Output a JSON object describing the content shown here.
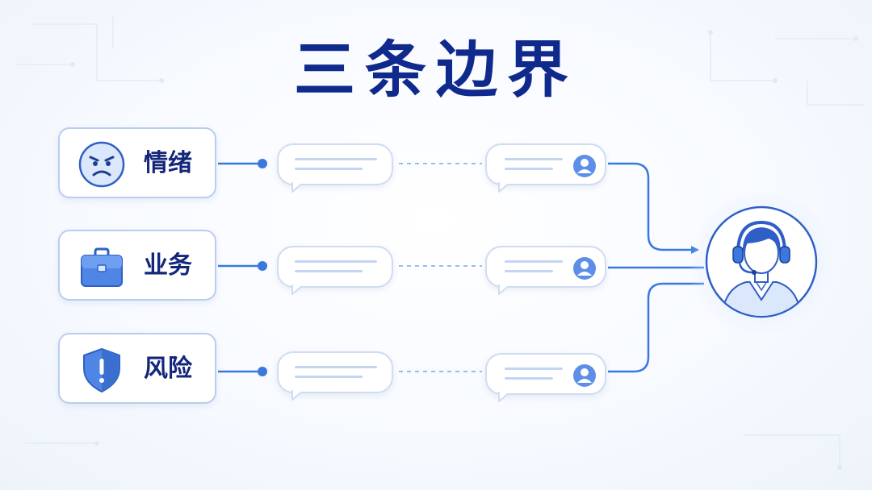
{
  "title": "三条边界",
  "categories": [
    {
      "id": "emotion",
      "label": "情绪",
      "icon": "angry-face-icon"
    },
    {
      "id": "business",
      "label": "业务",
      "icon": "briefcase-icon"
    },
    {
      "id": "risk",
      "label": "风险",
      "icon": "warning-shield-icon"
    }
  ],
  "agent": {
    "icon": "customer-service-agent-headset-icon"
  },
  "colors": {
    "title": "#0f2a8c",
    "label": "#13267a",
    "accent": "#3a78e0",
    "box_border": "#b9cdf0",
    "bubble_line": "#c3d4f1"
  }
}
